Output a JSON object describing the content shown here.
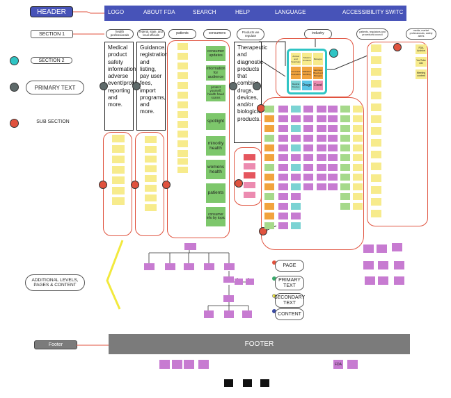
{
  "header": {
    "label": "HEADER",
    "nav": [
      "LOGO",
      "ABOUT FDA",
      "SEARCH",
      "HELP",
      "LANGUAGE",
      "ACCESSIBILITY SWITC"
    ]
  },
  "legend": {
    "section1": "SECTION 1",
    "section2": "SECTION 2",
    "primary_text": "PRIMARY TEXT",
    "sub_section": "SUB SECTION",
    "additional_levels": "ADDITIONAL LEVELS, PAGES & CONTENT"
  },
  "audiences": [
    "health professionals",
    "federal, state, and local officials",
    "patients",
    "consumers",
    "Products we regulate",
    "industry",
    "patients, regulators and procedural council",
    "media, market professionals, safety alerts"
  ],
  "primary_texts": {
    "health": "Medical product safety information, adverse event/problem reporting and more.",
    "federal": "Guidance, registration and listing, pay user fees, import programs, and more.",
    "products": "Therapeutic and diagnostic products that combine drugs, devices, and/or biological products."
  },
  "consumer_boxes": [
    "consumer updates",
    "information for audience",
    "protect yourself, health fraud scams",
    "spotlight",
    "minority health",
    "womens health",
    "patients",
    "consumer info by topic"
  ],
  "products_grid": [
    {
      "label": "Animal and Veterinary",
      "color": "#f7eb8c"
    },
    {
      "label": "Tobacco Products",
      "color": "#f7eb8c"
    },
    {
      "label": "Biologics",
      "color": "#f7eb8c"
    },
    {
      "label": "Food and Cosmetics",
      "color": "#f2a33d"
    },
    {
      "label": "Radiation Emitting",
      "color": "#f2a33d"
    },
    {
      "label": "Vaccines, Blood and Biologics",
      "color": "#f2a33d"
    },
    {
      "label": "Medical Devices",
      "color": "#7bd3d3"
    },
    {
      "label": "Drugs",
      "color": "#5bc5e6"
    },
    {
      "label": "Food",
      "color": "#ec8bb0"
    }
  ],
  "legend_shapes": {
    "page": "PAGE",
    "primary": "PRIMARY TEXT",
    "secondary": "SECONDARY TEXT",
    "content": "CONTENT"
  },
  "footer": {
    "label": "Footer",
    "bar": "FOOTER",
    "fda": "FDA"
  },
  "media_notes": [
    "FDA Archive",
    "YouTube site",
    "Meeting content"
  ],
  "colors": {
    "header_bg": "#4753b8",
    "section_red": "#e0523e",
    "teal": "#2fc4c4",
    "footer_bg": "#7b7b7b",
    "green": "#7dc76b",
    "purple": "#c77bd1",
    "yellow": "#f7eb8c",
    "pink": "#ec8bb0"
  }
}
